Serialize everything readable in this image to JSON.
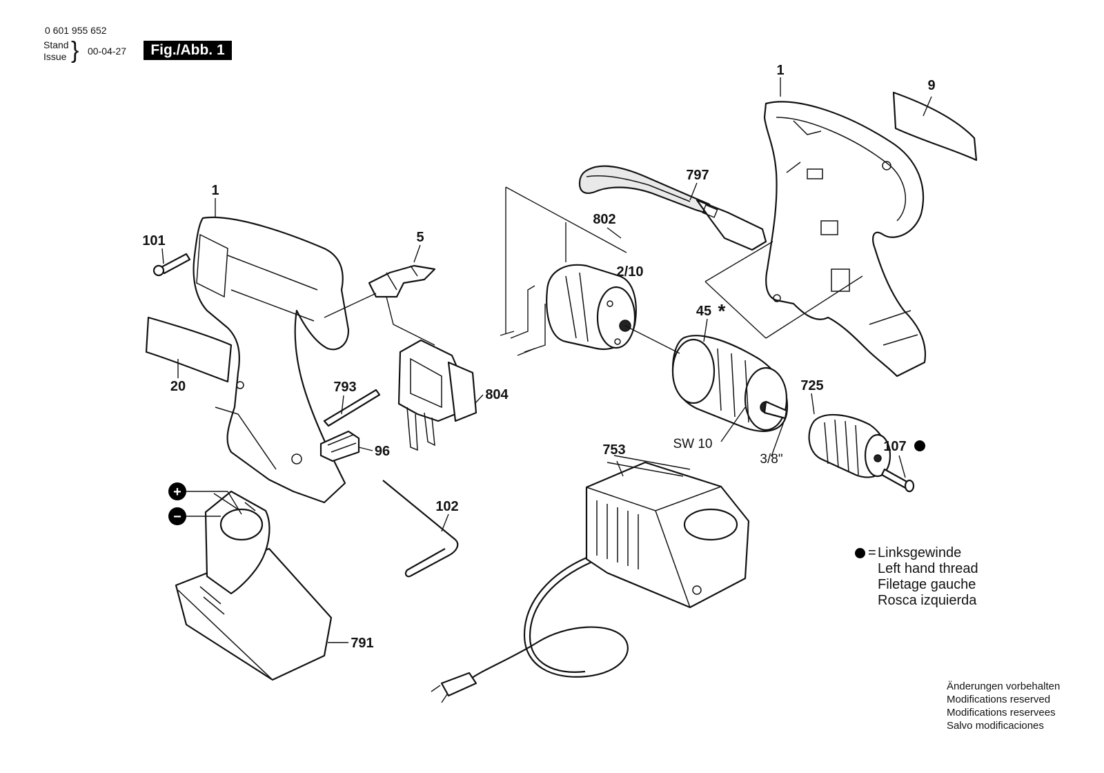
{
  "header": {
    "doc_number": "0 601 955 652",
    "stand_label": "Stand",
    "issue_label": "Issue",
    "date": "00-04-27",
    "figure_badge": "Fig./Abb. 1"
  },
  "callouts": [
    {
      "id": "c1a",
      "label": "1"
    },
    {
      "id": "c9",
      "label": "9"
    },
    {
      "id": "c797",
      "label": "797"
    },
    {
      "id": "c802",
      "label": "802"
    },
    {
      "id": "c210",
      "label": "2/10"
    },
    {
      "id": "c1b",
      "label": "1"
    },
    {
      "id": "c101",
      "label": "101"
    },
    {
      "id": "c5",
      "label": "5"
    },
    {
      "id": "c45",
      "label": "45"
    },
    {
      "id": "c45star",
      "label": "*"
    },
    {
      "id": "c20",
      "label": "20"
    },
    {
      "id": "c793",
      "label": "793"
    },
    {
      "id": "c804",
      "label": "804"
    },
    {
      "id": "c725",
      "label": "725"
    },
    {
      "id": "c96",
      "label": "96"
    },
    {
      "id": "csw10",
      "label": "SW 10"
    },
    {
      "id": "c38",
      "label": "3/8\""
    },
    {
      "id": "c107",
      "label": "107"
    },
    {
      "id": "c753",
      "label": "753"
    },
    {
      "id": "c102",
      "label": "102"
    },
    {
      "id": "c791",
      "label": "791"
    }
  ],
  "legend": {
    "symbol_meaning": "=",
    "lines": [
      "Linksgewinde",
      "Left hand thread",
      "Filetage gauche",
      "Rosca izquierda"
    ]
  },
  "modifications": [
    "Änderungen vorbehalten",
    "Modifications reserved",
    "Modifications reservees",
    "Salvo modificaciones"
  ],
  "battery_terminals": {
    "plus": "+",
    "minus": "−"
  }
}
